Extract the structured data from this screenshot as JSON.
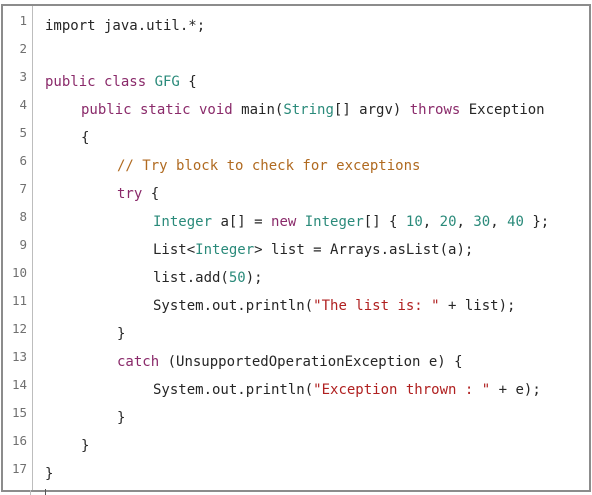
{
  "editor": {
    "lines": [
      {
        "n": "1",
        "indent": 0,
        "tokens": [
          {
            "t": "import java.util.*;",
            "c": ""
          }
        ]
      },
      {
        "n": "2",
        "indent": 0,
        "tokens": []
      },
      {
        "n": "3",
        "indent": 0,
        "tokens": [
          {
            "t": "public class ",
            "c": "kw"
          },
          {
            "t": "GFG",
            "c": "ty"
          },
          {
            "t": " {",
            "c": ""
          }
        ]
      },
      {
        "n": "4",
        "indent": 1,
        "tokens": [
          {
            "t": "public static void ",
            "c": "kw"
          },
          {
            "t": "main(",
            "c": ""
          },
          {
            "t": "String",
            "c": "ty"
          },
          {
            "t": "[] argv) ",
            "c": ""
          },
          {
            "t": "throws",
            "c": "kw"
          },
          {
            "t": " Exception",
            "c": ""
          }
        ]
      },
      {
        "n": "5",
        "indent": 1,
        "tokens": [
          {
            "t": "{",
            "c": ""
          }
        ]
      },
      {
        "n": "6",
        "indent": 2,
        "tokens": [
          {
            "t": "// Try block to check for exceptions",
            "c": "cm"
          }
        ]
      },
      {
        "n": "7",
        "indent": 2,
        "tokens": [
          {
            "t": "try",
            "c": "kw"
          },
          {
            "t": " {",
            "c": ""
          }
        ]
      },
      {
        "n": "8",
        "indent": 3,
        "tokens": [
          {
            "t": "Integer",
            "c": "ty"
          },
          {
            "t": " a[] = ",
            "c": ""
          },
          {
            "t": "new ",
            "c": "kw"
          },
          {
            "t": "Integer",
            "c": "ty"
          },
          {
            "t": "[] { ",
            "c": ""
          },
          {
            "t": "10",
            "c": "nm"
          },
          {
            "t": ", ",
            "c": ""
          },
          {
            "t": "20",
            "c": "nm"
          },
          {
            "t": ", ",
            "c": ""
          },
          {
            "t": "30",
            "c": "nm"
          },
          {
            "t": ", ",
            "c": ""
          },
          {
            "t": "40",
            "c": "nm"
          },
          {
            "t": " };",
            "c": ""
          }
        ]
      },
      {
        "n": "9",
        "indent": 3,
        "tokens": [
          {
            "t": "List<",
            "c": ""
          },
          {
            "t": "Integer",
            "c": "ty"
          },
          {
            "t": "> list = Arrays.asList(a);",
            "c": ""
          }
        ]
      },
      {
        "n": "10",
        "indent": 3,
        "tokens": [
          {
            "t": "list.add(",
            "c": ""
          },
          {
            "t": "50",
            "c": "nm"
          },
          {
            "t": ");",
            "c": ""
          }
        ]
      },
      {
        "n": "11",
        "indent": 3,
        "tokens": [
          {
            "t": "System.out.println(",
            "c": ""
          },
          {
            "t": "\"The list is: \"",
            "c": "st"
          },
          {
            "t": " + list);",
            "c": ""
          }
        ]
      },
      {
        "n": "12",
        "indent": 2,
        "tokens": [
          {
            "t": "}",
            "c": ""
          }
        ]
      },
      {
        "n": "13",
        "indent": 2,
        "tokens": [
          {
            "t": "catch",
            "c": "kw"
          },
          {
            "t": " (UnsupportedOperationException e) {",
            "c": ""
          }
        ]
      },
      {
        "n": "14",
        "indent": 3,
        "tokens": [
          {
            "t": "System.out.println(",
            "c": ""
          },
          {
            "t": "\"Exception thrown : \"",
            "c": "st"
          },
          {
            "t": " + e);",
            "c": ""
          }
        ]
      },
      {
        "n": "15",
        "indent": 2,
        "tokens": [
          {
            "t": "}",
            "c": ""
          }
        ]
      },
      {
        "n": "16",
        "indent": 1,
        "tokens": [
          {
            "t": "}",
            "c": ""
          }
        ]
      },
      {
        "n": "17",
        "indent": 0,
        "tokens": [
          {
            "t": "}",
            "c": ""
          }
        ]
      }
    ]
  },
  "colors": {
    "keyword": "#8a2a6a",
    "type": "#2a8a7a",
    "comment": "#b06a20",
    "string": "#b02020",
    "text": "#262626",
    "line_number": "#707070",
    "border": "#8c8c8c"
  }
}
